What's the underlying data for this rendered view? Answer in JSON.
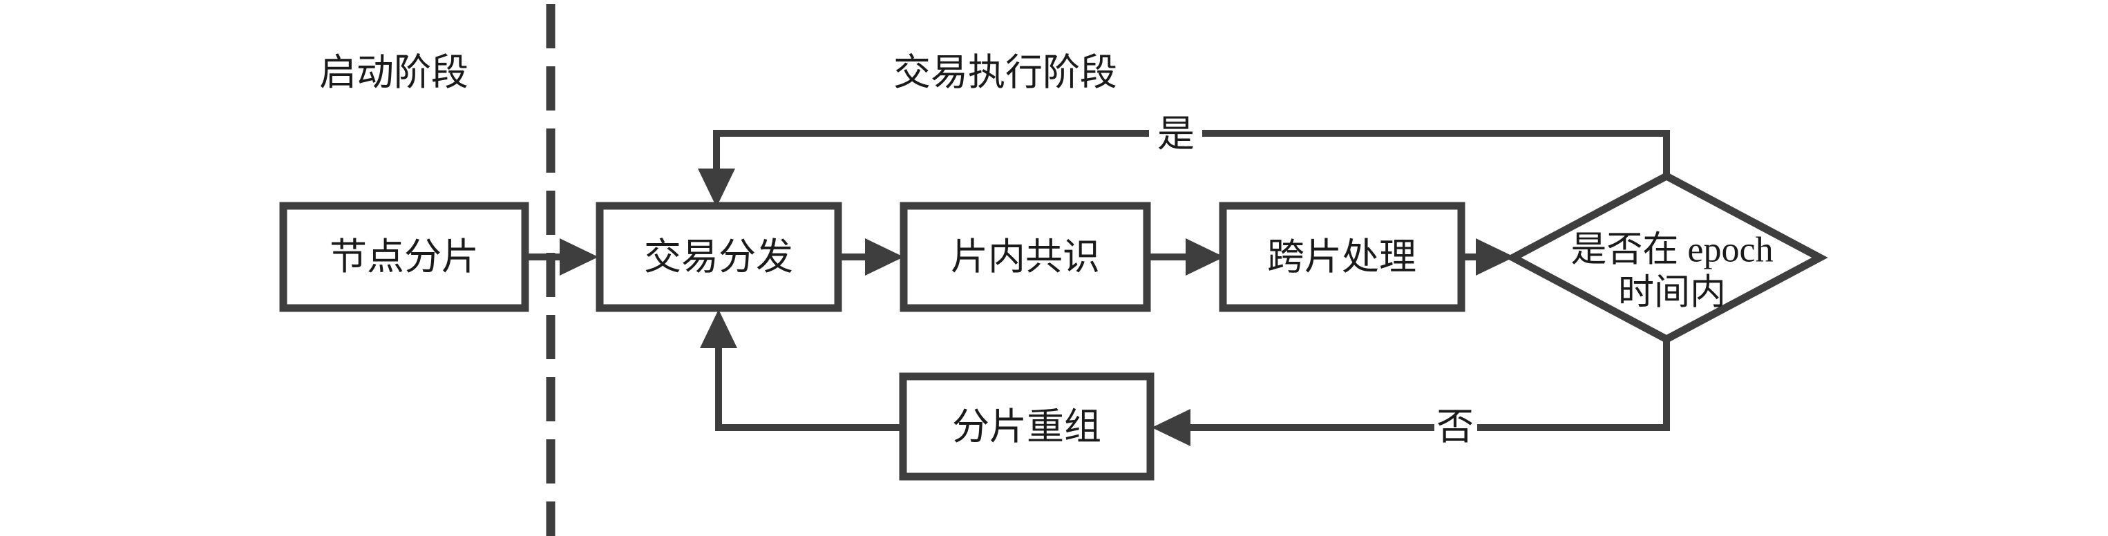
{
  "meta": {
    "background_color": "#ffffff",
    "line_color": "#3e3e3e",
    "text_color": "#1a1a1a"
  },
  "sections": {
    "left_title": "启动阶段",
    "right_title": "交易执行阶段"
  },
  "nodes": {
    "node_sharding": "节点分片",
    "tx_distribution": "交易分发",
    "intra_shard_consensus": "片内共识",
    "cross_shard_processing": "跨片处理",
    "shard_reorganization": "分片重组"
  },
  "decision": {
    "line1": "是否在 epoch",
    "line2": "时间内"
  },
  "branch_labels": {
    "yes": "是",
    "no": "否"
  }
}
